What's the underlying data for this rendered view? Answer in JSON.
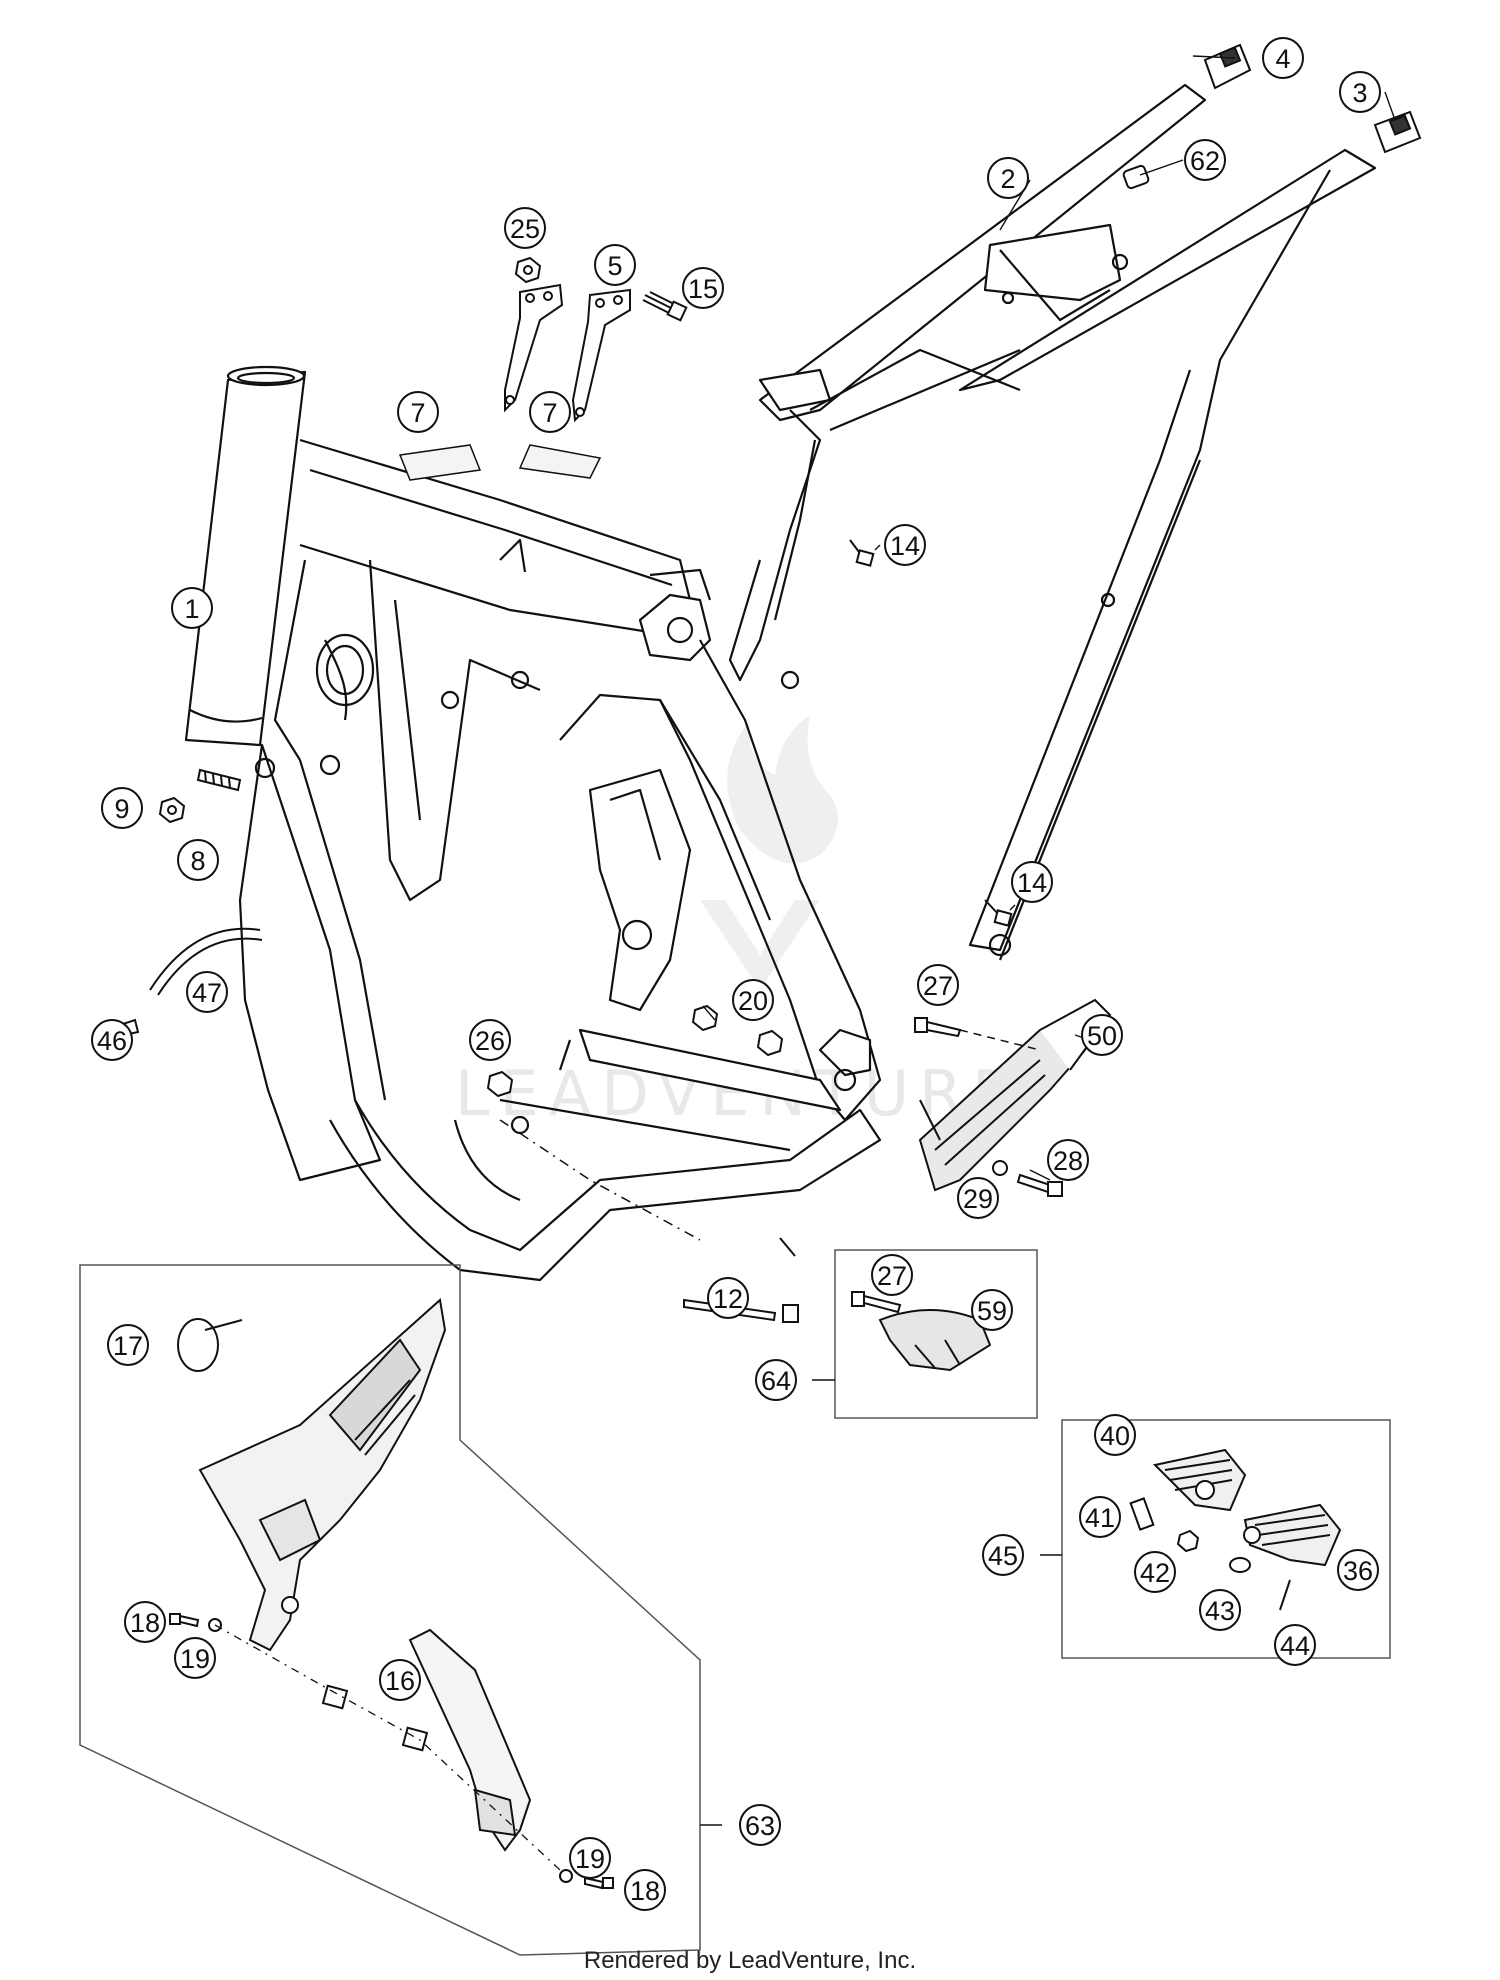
{
  "diagram": {
    "watermark": "LEADVENTURE",
    "footer": "Rendered by LeadVenture, Inc.",
    "callouts": [
      {
        "id": "c1",
        "label": "1"
      },
      {
        "id": "c2",
        "label": "2"
      },
      {
        "id": "c3",
        "label": "3"
      },
      {
        "id": "c4",
        "label": "4"
      },
      {
        "id": "c5",
        "label": "5"
      },
      {
        "id": "c7a",
        "label": "7"
      },
      {
        "id": "c7b",
        "label": "7"
      },
      {
        "id": "c8",
        "label": "8"
      },
      {
        "id": "c9",
        "label": "9"
      },
      {
        "id": "c12",
        "label": "12"
      },
      {
        "id": "c14a",
        "label": "14"
      },
      {
        "id": "c14b",
        "label": "14"
      },
      {
        "id": "c15",
        "label": "15"
      },
      {
        "id": "c16",
        "label": "16"
      },
      {
        "id": "c17",
        "label": "17"
      },
      {
        "id": "c18a",
        "label": "18"
      },
      {
        "id": "c18b",
        "label": "18"
      },
      {
        "id": "c19a",
        "label": "19"
      },
      {
        "id": "c19b",
        "label": "19"
      },
      {
        "id": "c20",
        "label": "20"
      },
      {
        "id": "c25",
        "label": "25"
      },
      {
        "id": "c26",
        "label": "26"
      },
      {
        "id": "c27a",
        "label": "27"
      },
      {
        "id": "c27b",
        "label": "27"
      },
      {
        "id": "c28",
        "label": "28"
      },
      {
        "id": "c29",
        "label": "29"
      },
      {
        "id": "c36",
        "label": "36"
      },
      {
        "id": "c40",
        "label": "40"
      },
      {
        "id": "c41",
        "label": "41"
      },
      {
        "id": "c42",
        "label": "42"
      },
      {
        "id": "c43",
        "label": "43"
      },
      {
        "id": "c44",
        "label": "44"
      },
      {
        "id": "c45",
        "label": "45"
      },
      {
        "id": "c46",
        "label": "46"
      },
      {
        "id": "c47",
        "label": "47"
      },
      {
        "id": "c50",
        "label": "50"
      },
      {
        "id": "c59",
        "label": "59"
      },
      {
        "id": "c62",
        "label": "62"
      },
      {
        "id": "c63",
        "label": "63"
      },
      {
        "id": "c64",
        "label": "64"
      }
    ]
  }
}
